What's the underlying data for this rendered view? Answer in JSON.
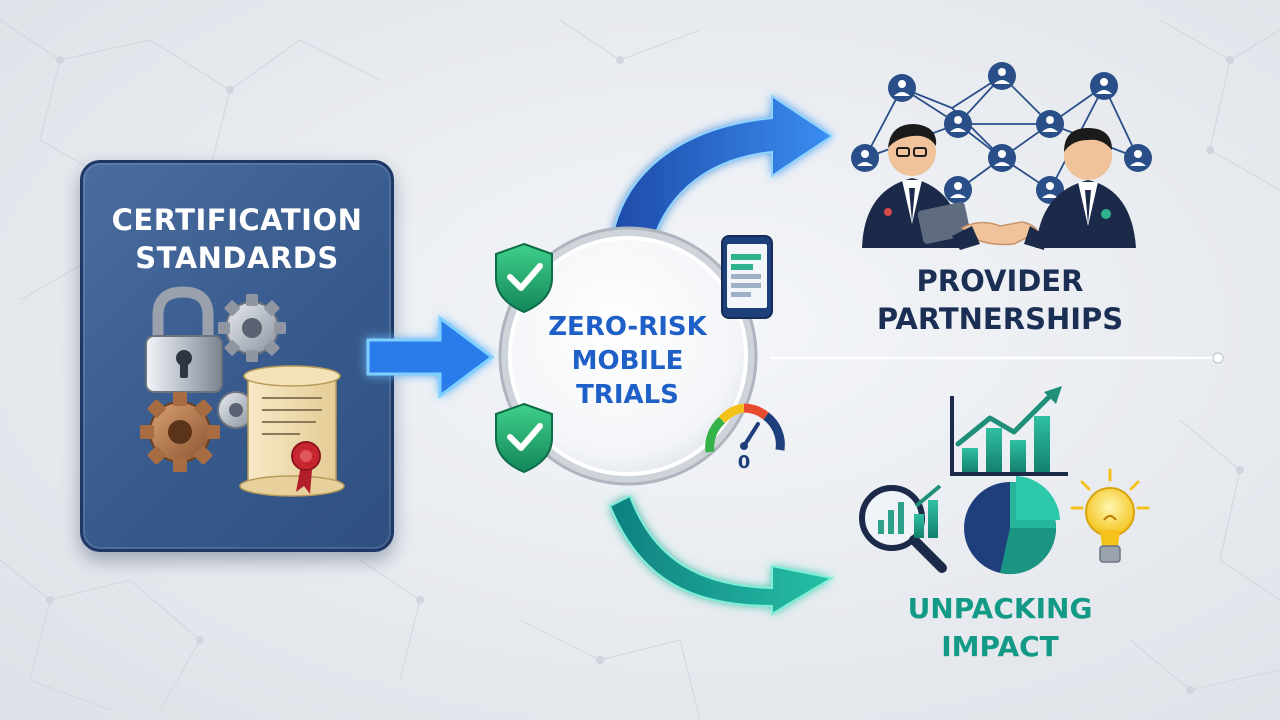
{
  "certification": {
    "line1": "CERTIFICATION",
    "line2": "STANDARDS"
  },
  "center": {
    "line1": "ZERO-RISK",
    "line2": "MOBILE",
    "line3": "TRIALS"
  },
  "provider": {
    "line1": "PROVIDER",
    "line2": "PARTNERSHIPS"
  },
  "impact": {
    "line1": "UNPACKING",
    "line2": "IMPACT"
  },
  "gauge": {
    "value_label": "0"
  },
  "colors": {
    "card_blue": "#3a5d92",
    "arrow_blue": "#2a7bea",
    "arrow_teal": "#1fae9a",
    "navy": "#1b2f55",
    "teal_text": "#139a86"
  }
}
